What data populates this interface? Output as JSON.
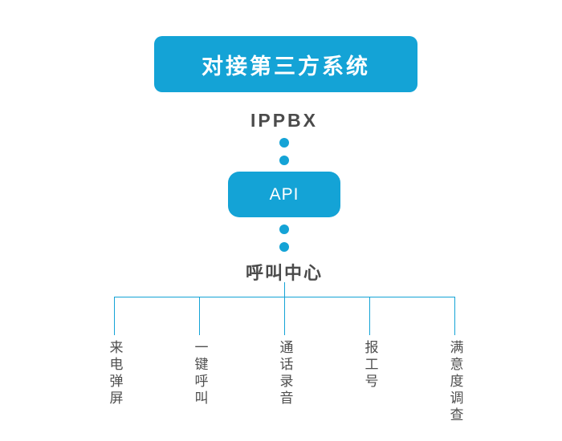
{
  "diagram": {
    "title": "对接第三方系统",
    "system_label": "IPPBX",
    "api_label": "API",
    "hub_label": "呼叫中心",
    "features": [
      "来电弹屏",
      "一键呼叫",
      "通话录音",
      "报工号",
      "满意度调查"
    ],
    "colors": {
      "primary": "#14a3d6",
      "text": "#4b4b4b"
    }
  }
}
